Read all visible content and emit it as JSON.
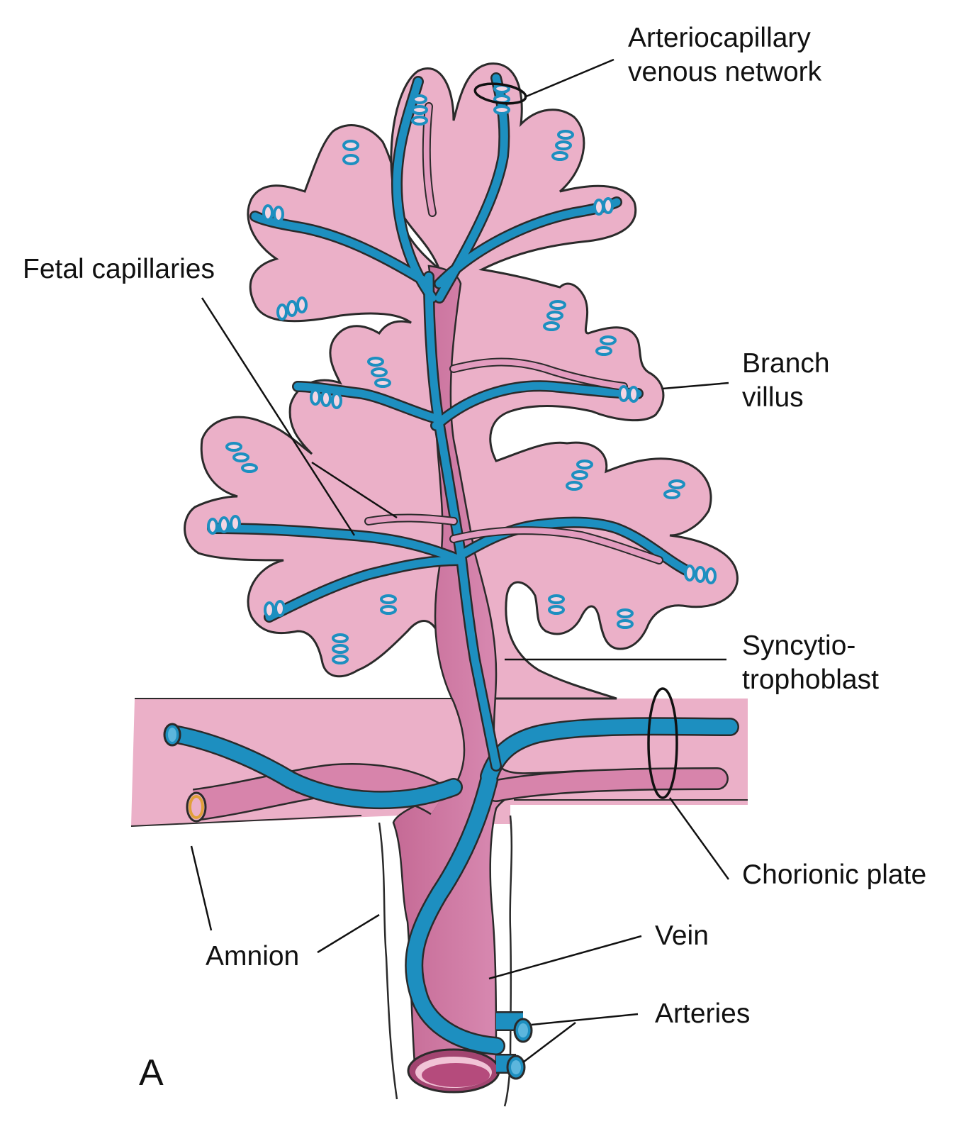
{
  "labels": {
    "arteriocapillary_line1": "Arteriocapillary",
    "arteriocapillary_line2": "venous network",
    "fetal_capillaries": "Fetal capillaries",
    "branch_villus_line1": "Branch",
    "branch_villus_line2": "villus",
    "syncytio_line1": "Syncytio-",
    "syncytio_line2": "trophoblast",
    "chorionic_plate": "Chorionic plate",
    "amnion": "Amnion",
    "vein": "Vein",
    "arteries": "Arteries",
    "panel": "A"
  },
  "colors": {
    "tissue_pink": "#ebb0c8",
    "vessel_pink": "#d784ab",
    "vein_blue": "#1d8fc0",
    "outline": "#2a2a2a",
    "amnion_ring": "#e0a03a"
  }
}
